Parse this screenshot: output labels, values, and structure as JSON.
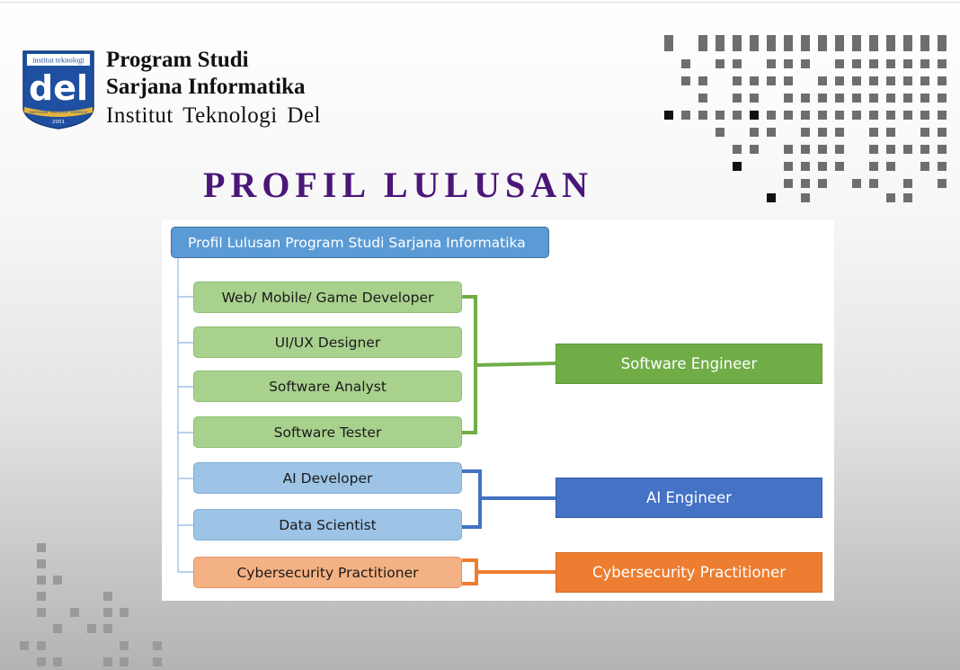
{
  "header": {
    "logo": {
      "top_text": "institut teknologi",
      "wordmark": "del",
      "ribbon_text": "MARTUHAN · MARROHA · MARBISUK",
      "year": "2001"
    },
    "line1": "Program Studi",
    "line2": "Sarjana Informatika",
    "line3": "Institut Teknologi Del"
  },
  "title": "PROFIL LULUSAN",
  "diagram": {
    "root": "Profil Lulusan Program Studi Sarjana Informatika",
    "roles": [
      {
        "label": "Web/ Mobile/ Game Developer",
        "group": "software"
      },
      {
        "label": "UI/UX Designer",
        "group": "software"
      },
      {
        "label": "Software Analyst",
        "group": "software"
      },
      {
        "label": "Software Tester",
        "group": "software"
      },
      {
        "label": "AI Developer",
        "group": "ai"
      },
      {
        "label": "Data Scientist",
        "group": "ai"
      },
      {
        "label": "Cybersecurity Practitioner",
        "group": "cyber"
      }
    ],
    "categories": [
      {
        "label": "Software Engineer",
        "group": "software"
      },
      {
        "label": "AI Engineer",
        "group": "ai"
      },
      {
        "label": "Cybersecurity Practitioner",
        "group": "cyber"
      }
    ]
  },
  "colors": {
    "title": "#4a1779",
    "root": "#5b9bd5",
    "software_light": "#a9d18e",
    "software_dark": "#70ad47",
    "ai_light": "#9dc3e6",
    "ai_dark": "#4472c4",
    "cyber_light": "#f4b183",
    "cyber_dark": "#ed7d31"
  }
}
